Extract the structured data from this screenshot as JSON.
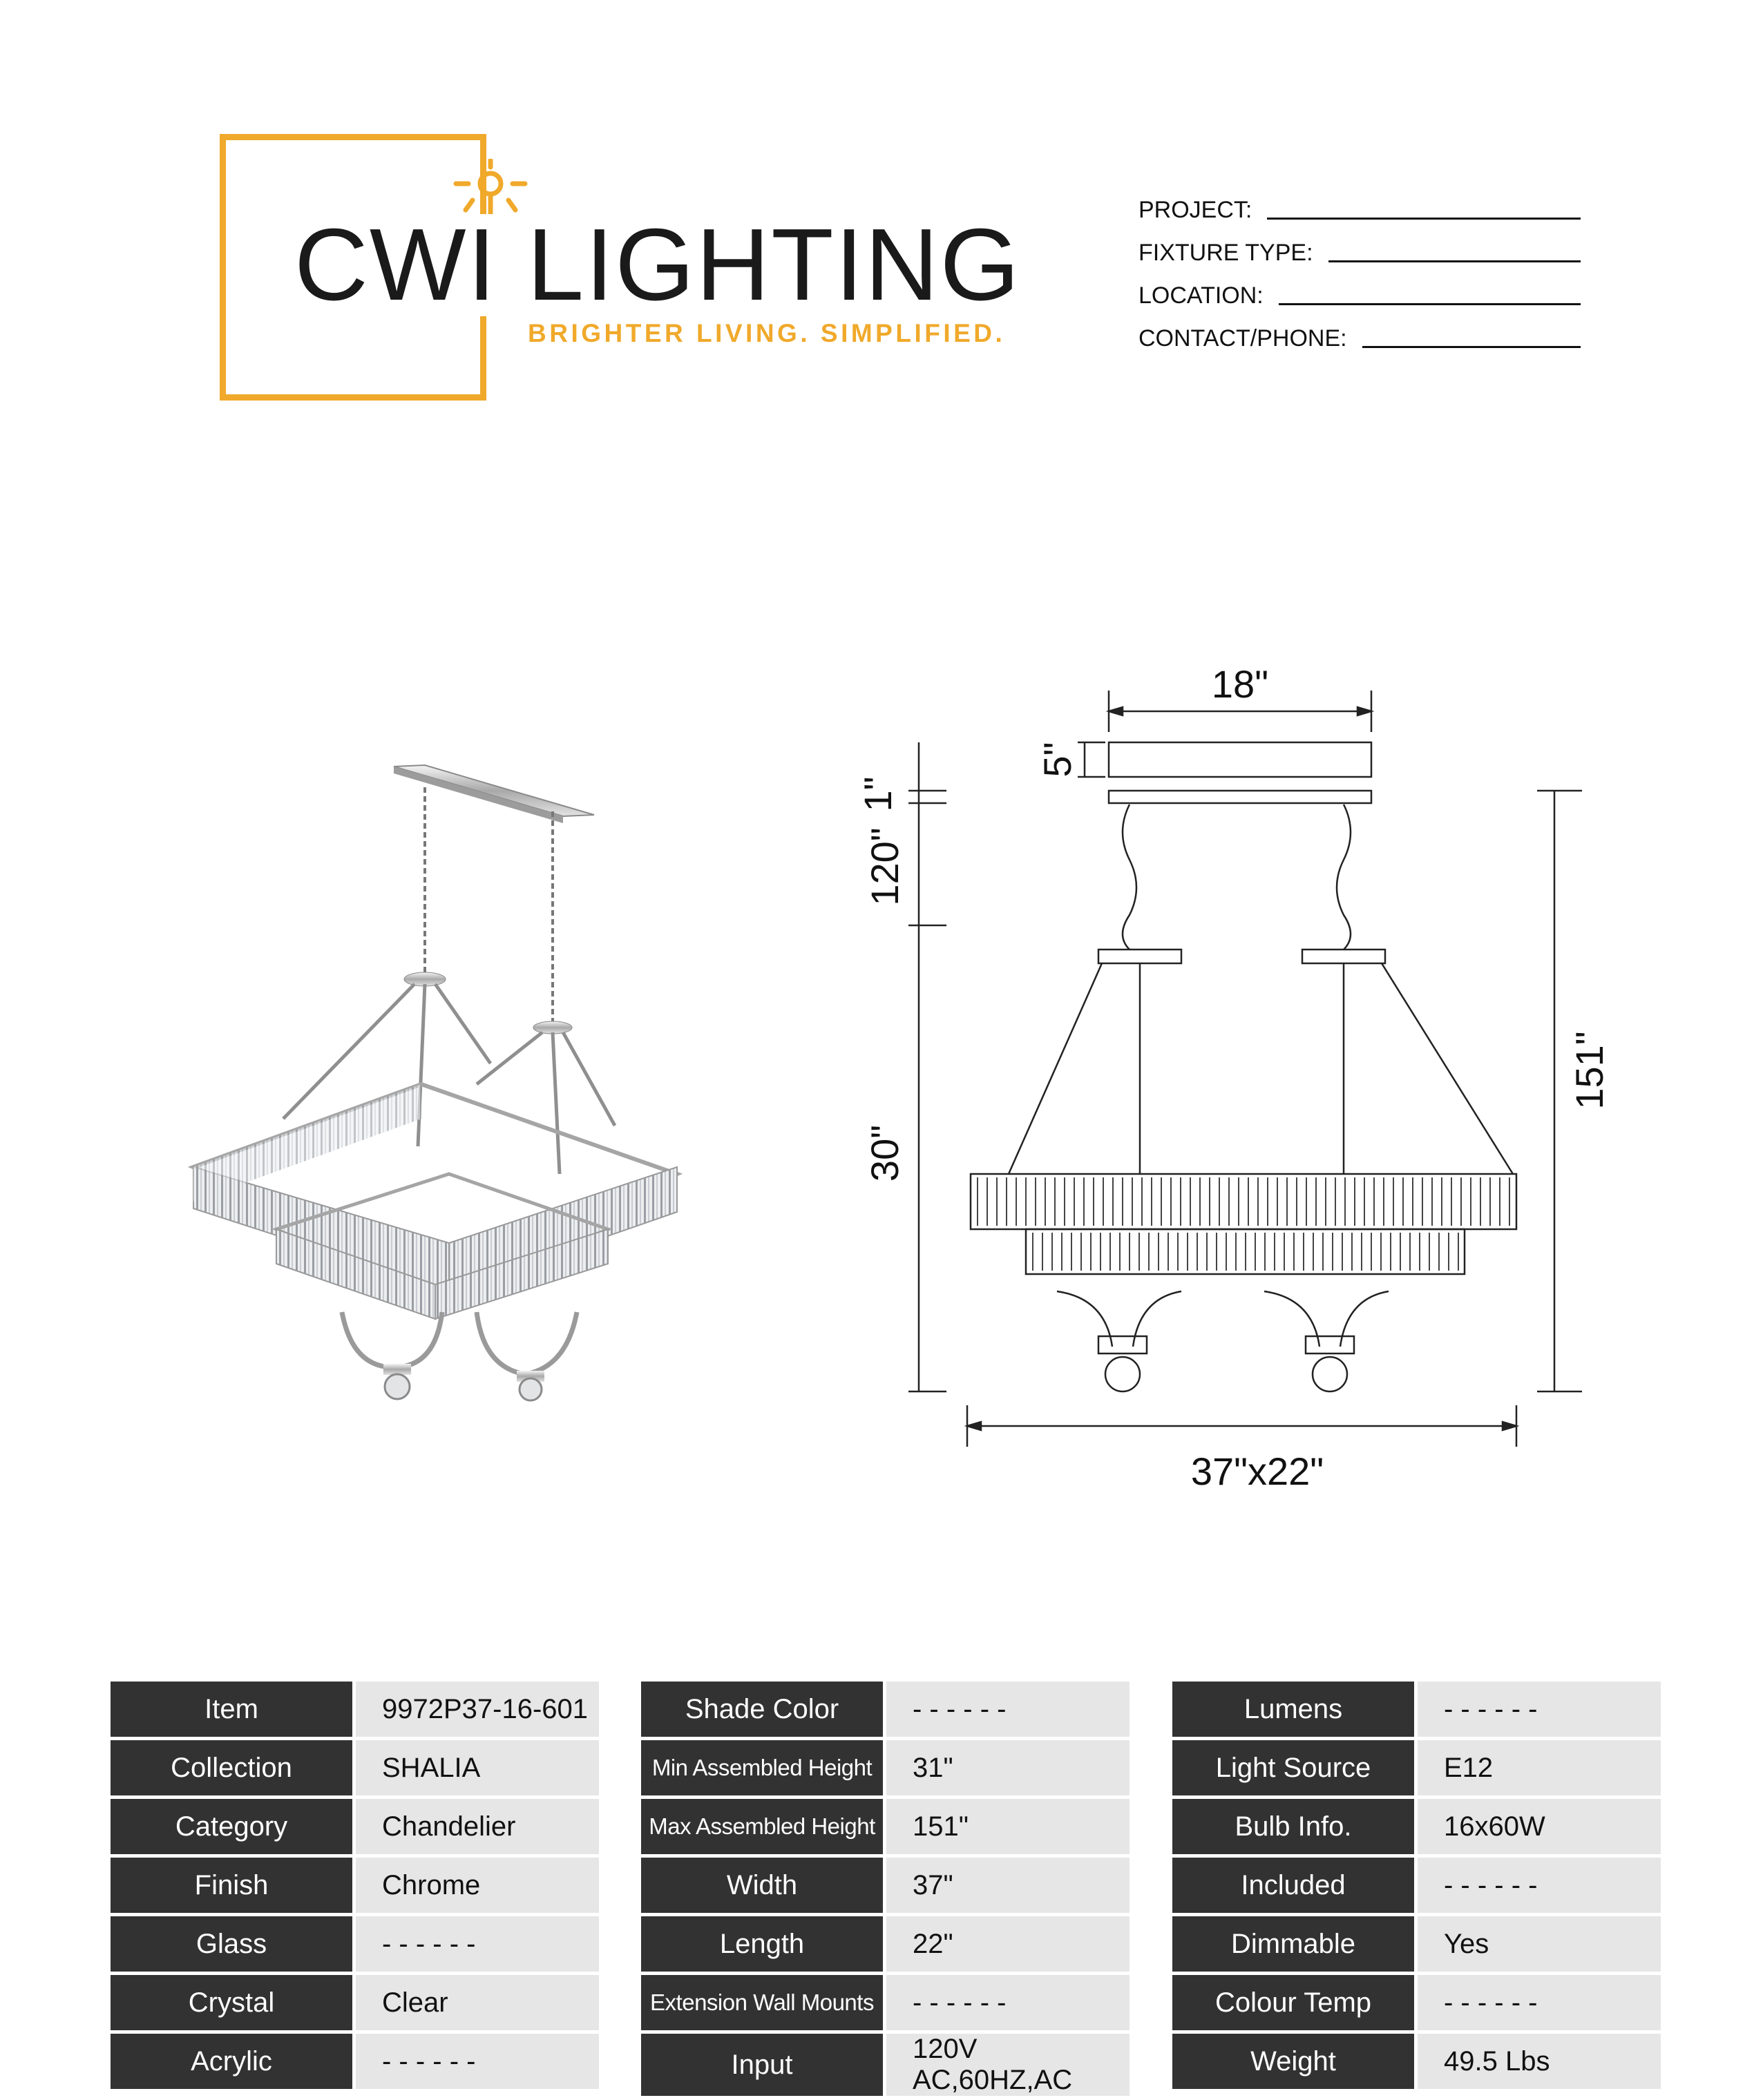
{
  "logo": {
    "brand": "CWI LIGHTING",
    "tagline": "BRIGHTER LIVING. SIMPLIFIED.",
    "accent_color": "#f0a92b",
    "icon": "sun-bulb-icon"
  },
  "form": {
    "project_label": "PROJECT:",
    "fixture_type_label": "FIXTURE TYPE:",
    "location_label": "LOCATION:",
    "contact_label": "CONTACT/PHONE:"
  },
  "dimensions": {
    "canopy_width": "18\"",
    "canopy_height": "5\"",
    "chain_top": "1\"",
    "chain_length": "120\"",
    "fixture_height": "30\"",
    "overall_height": "151\"",
    "base_size": "37\"x22\""
  },
  "specs": {
    "table1": [
      {
        "key": "Item",
        "value": "9972P37-16-601"
      },
      {
        "key": "Collection",
        "value": "SHALIA"
      },
      {
        "key": "Category",
        "value": "Chandelier"
      },
      {
        "key": "Finish",
        "value": "Chrome"
      },
      {
        "key": "Glass",
        "value": "- - - - - -"
      },
      {
        "key": "Crystal",
        "value": "Clear"
      },
      {
        "key": "Acrylic",
        "value": "- - - - - -"
      }
    ],
    "table2": [
      {
        "key": "Shade Color",
        "value": "- - - - - -"
      },
      {
        "key": "Min Assembled Height",
        "value": "31\""
      },
      {
        "key": "Max Assembled Height",
        "value": "151\""
      },
      {
        "key": "Width",
        "value": "37\""
      },
      {
        "key": "Length",
        "value": "22\""
      },
      {
        "key": "Extension Wall Mounts",
        "value": "- - - - - -"
      },
      {
        "key": "Input",
        "value": "120V AC,60HZ,AC"
      }
    ],
    "table3": [
      {
        "key": "Lumens",
        "value": "- - - - - -"
      },
      {
        "key": "Light Source",
        "value": "E12"
      },
      {
        "key": "Bulb Info.",
        "value": "16x60W"
      },
      {
        "key": "Included",
        "value": "- - - - - -"
      },
      {
        "key": "Dimmable",
        "value": "Yes"
      },
      {
        "key": "Colour Temp",
        "value": "- - - - - -"
      },
      {
        "key": "Weight",
        "value": "49.5 Lbs"
      }
    ]
  }
}
